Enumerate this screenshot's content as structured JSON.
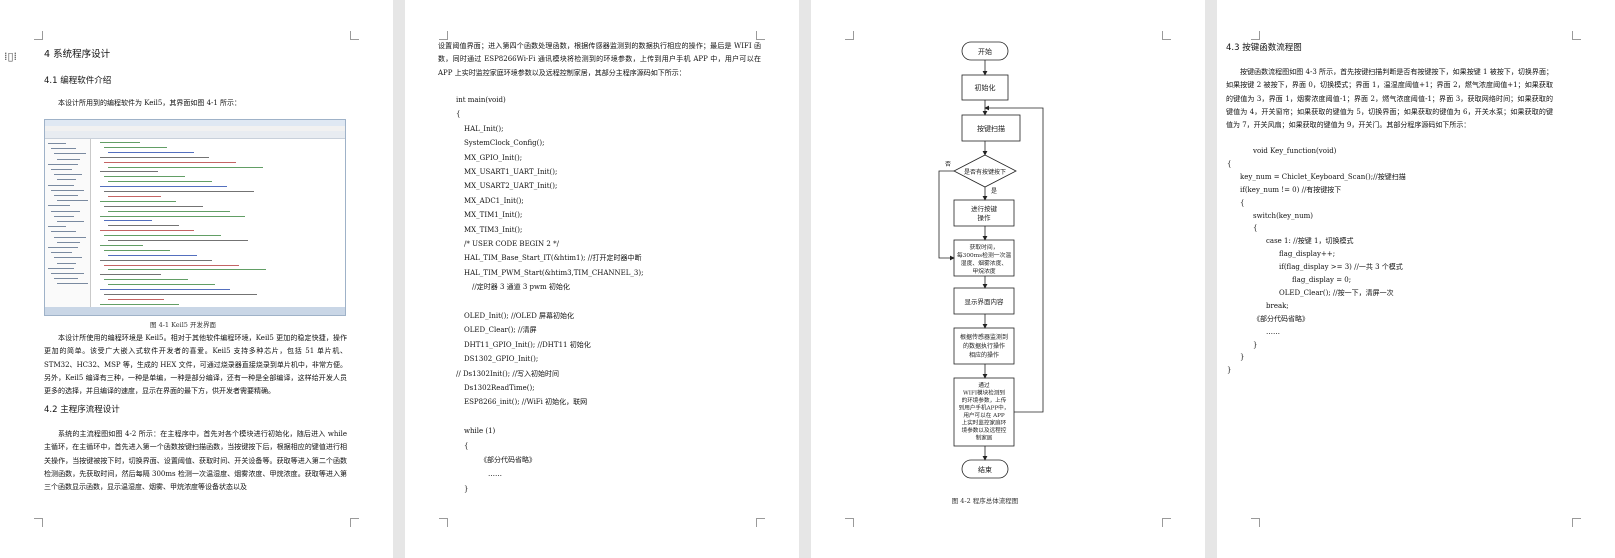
{
  "page1": {
    "toolbar_icon": "⁞▯⁞",
    "h_chapter": "4 系统程序设计",
    "h_software": "4.1 编程软件介绍",
    "intro": "本设计所用到的编程软件为 Keil5，其界面如图 4-1 所示：",
    "fig1_caption": "图 4-1 Keil5 开发界面",
    "para_keil": "本设计所使用的编程环境是 Keil5。相对于其他软件编程环境，Keil5 更加的稳定快捷，操作更加的简单。该受广大嵌入式软件开发者的喜爱。Keil5 支持多种芯片，包括 51 单片机、STM32、HC32、MSP 等，生成的 HEX 文件，可通过烧录器直接烧录到单片机中，非常方便。另外，Keil5 编译有三种，一种是单编，一种是部分编译，还有一种是全部编译，这样给开发人员更多的选择，并且编译的速度，显示在界面的最下方，供开发者需要精确。",
    "h_flow": "4.2 主程序流程设计",
    "para_flow": "系统的主流程图如图 4-2 所示：在主程序中，首先对各个模块进行初始化，随后进入 while 主循环，在主循环中，首先进入第一个函数按键扫描函数，当按键按下后，根据相应的键值进行相关操作，当按键被按下时，切换界面、设置阈值、获取时间、开关设备等。获取等进入第二个函数检测函数，先获取时间，然后每隔 300ms 检测一次温湿度、烟雾浓度、甲烷浓度。获取等进入第三个函数显示函数，显示温湿度、烟雾、甲烷浓度等设备状态以及"
  },
  "page2": {
    "para_top": "设置阈值界面；进入第四个函数处理函数，根据传感器监测到的数据执行相应的操作；最后是 WIFI 函数，同时通过 ESP8266Wi-Fi 通讯模块将检测到的环境参数，上传到用户手机 APP 中，用户可以在 APP 上实时监控家庭环境参数以及远程控制家居，其部分主程序源码如下所示：",
    "code": [
      {
        "text": "int main(void)",
        "indent": 0
      },
      {
        "text": "{",
        "indent": 0
      },
      {
        "text": "HAL_Init();",
        "indent": 1
      },
      {
        "text": "SystemClock_Config();",
        "indent": 1
      },
      {
        "text": "MX_GPIO_Init();",
        "indent": 1
      },
      {
        "text": "MX_USART1_UART_Init();",
        "indent": 1
      },
      {
        "text": "MX_USART2_UART_Init();",
        "indent": 1
      },
      {
        "text": "MX_ADC1_Init();",
        "indent": 1
      },
      {
        "text": "MX_TIM1_Init();",
        "indent": 1
      },
      {
        "text": "MX_TIM3_Init();",
        "indent": 1
      },
      {
        "text": "/* USER CODE BEGIN 2 */",
        "indent": 1
      },
      {
        "text": "HAL_TIM_Base_Start_IT(&htim1);      //打开定时器中断",
        "indent": 1
      },
      {
        "text": "HAL_TIM_PWM_Start(&htim3,TIM_CHANNEL_3);",
        "indent": 1
      },
      {
        "text": "//定时器 3 通道 3 pwm 初始化",
        "indent": 2
      },
      {
        "text": "",
        "indent": 0
      },
      {
        "text": "OLED_Init();                         //OLED 屏幕初始化",
        "indent": 1
      },
      {
        "text": "OLED_Clear();                                     //清屏",
        "indent": 1
      },
      {
        "text": "DHT11_GPIO_Init();                                 //DHT11 初始化",
        "indent": 1
      },
      {
        "text": "DS1302_GPIO_Init();",
        "indent": 1
      },
      {
        "text": "//  Ds1302Init();                                    //写入初始时间",
        "indent": 0
      },
      {
        "text": "Ds1302ReadTime();",
        "indent": 1
      },
      {
        "text": "ESP8266_init();                  //WiFi 初始化，联网",
        "indent": 1
      },
      {
        "text": "",
        "indent": 0
      },
      {
        "text": "while (1)",
        "indent": 1
      },
      {
        "text": "{",
        "indent": 1
      },
      {
        "text": "《部分代码省略》",
        "indent": 3
      },
      {
        "text": "……",
        "indent": 4
      },
      {
        "text": "}",
        "indent": 1
      }
    ]
  },
  "page3": {
    "start": "开始",
    "init": "初始化",
    "keyscan": "按键扫描",
    "decision": "是否有按键按下",
    "no": "否",
    "yes": "是",
    "key_action_1": "进行按键",
    "key_action_2": "操作",
    "detect_1": "获取时间，",
    "detect_2": "每300ms检测一次温",
    "detect_3": "湿度、烟雾浓度、",
    "detect_4": "甲烷浓度",
    "display": "显示界面内容",
    "handle_1": "根据传感器监测到",
    "handle_2": "的数据执行操作",
    "handle_3": "相应的操作",
    "wifi_1": "通过",
    "wifi_2": "WIFI模块检测到",
    "wifi_3": "的环境参数，上传",
    "wifi_4": "到用户手机APP中，",
    "wifi_5": "用户可以在 APP",
    "wifi_6": "上实时监控家庭环",
    "wifi_7": "境参数以及远程控",
    "wifi_8": "制家居",
    "end": "结束",
    "caption": "图 4-2   程序总体流程图"
  },
  "page4": {
    "h_key": "4.3 按键函数流程图",
    "para_key": "按键函数流程图如图 4-3 所示，首先按键扫描判断是否有按键按下，如果按键 1 被按下，切换界面；如果按键 2 被按下，界面 0，切换模式；界面 1，温湿度阈值+1；界面 2，燃气浓度阈值+1；如果获取的键值为 3，界面 1，烟雾浓度阈值-1；界面 2，燃气浓度阈值-1；界面 3，获取网络时间；如果获取的键值为 4，开关窗帘；如果获取的键值为 5，切换界面；如果获取的键值为 6，开关水泵；如果获取的键值为 7，开关风扇；如果获取的键值为 9，开关门。其部分程序源码如下所示：",
    "code": [
      {
        "text": "void Key_function(void)",
        "indent": 2
      },
      {
        "text": "{",
        "indent": 0
      },
      {
        "text": "key_num = Chiclet_Keyboard_Scan();//按键扫描",
        "indent": 1
      },
      {
        "text": "if(key_num != 0)                                    //有按键按下",
        "indent": 1
      },
      {
        "text": "{",
        "indent": 1
      },
      {
        "text": "switch(key_num)",
        "indent": 2
      },
      {
        "text": "{",
        "indent": 2
      },
      {
        "text": "case 1:                          //按键 1，切换模式",
        "indent": 3
      },
      {
        "text": "flag_display++;",
        "indent": 4
      },
      {
        "text": "if(flag_display >= 3)                     //一共 3 个模式",
        "indent": 4
      },
      {
        "text": "flag_display = 0;",
        "indent": 5
      },
      {
        "text": "OLED_Clear();                        //按一下，清屏一次",
        "indent": 4
      },
      {
        "text": "break;",
        "indent": 3
      },
      {
        "text": "《部分代码省略》",
        "indent": 2
      },
      {
        "text": "……",
        "indent": 3
      },
      {
        "text": "}",
        "indent": 2
      },
      {
        "text": "}",
        "indent": 1
      },
      {
        "text": "}",
        "indent": 0
      }
    ]
  }
}
